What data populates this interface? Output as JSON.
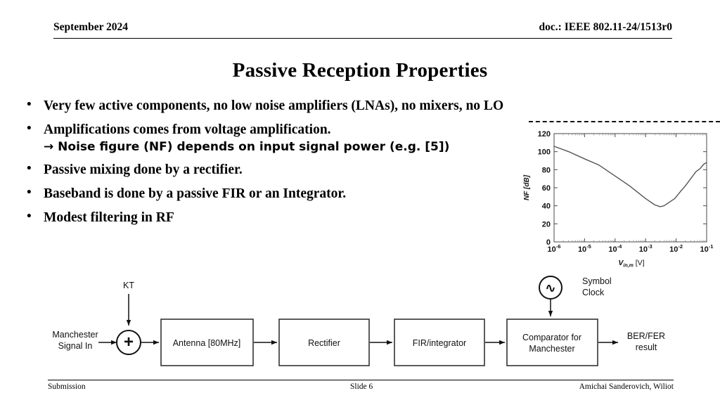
{
  "header": {
    "date": "September 2024",
    "doc": "doc.: IEEE 802.11-24/1513r0"
  },
  "title": "Passive Reception Properties",
  "bullets": [
    {
      "text": "Very few active components, no low noise amplifiers (LNAs), no mixers, no LO",
      "sub": ""
    },
    {
      "text": "Amplifications comes from voltage amplification.",
      "sub": "→ Noise figure (NF) depends on input signal power (e.g. [5])"
    },
    {
      "text": "Passive mixing done by a rectifier.",
      "sub": ""
    },
    {
      "text": "Baseband is done by a passive FIR or an Integrator.",
      "sub": ""
    },
    {
      "text": "Modest filtering in RF",
      "sub": ""
    }
  ],
  "bullet_marker": "•",
  "chart_data": {
    "type": "line",
    "title": "",
    "xlabel": "V_in,m [V]",
    "xlabel_base": "V",
    "xlabel_sub": "in,m",
    "xlabel_unit": "[V]",
    "ylabel": "NF [dB]",
    "xscale": "log",
    "xlim": [
      1e-06,
      0.1
    ],
    "ylim": [
      0,
      120
    ],
    "yticks": [
      0,
      20,
      40,
      60,
      80,
      100,
      120
    ],
    "ytick_labels": [
      "0",
      "20",
      "40",
      "60",
      "80",
      "100",
      "120"
    ],
    "xticks": [
      1e-06,
      1e-05,
      0.0001,
      0.001,
      0.01,
      0.1
    ],
    "xtick_labels": [
      "10-6",
      "10-5",
      "10-4",
      "10-3",
      "10-2",
      "10-1"
    ],
    "xtick_mantissa": "10",
    "xtick_exponents": [
      "-6",
      "-5",
      "-4",
      "-3",
      "-2",
      "-1"
    ],
    "grid": false,
    "legend": null,
    "series": [
      {
        "name": "NF",
        "color": "#555555",
        "x": [
          1e-06,
          3e-06,
          1e-05,
          3e-05,
          0.0001,
          0.0003,
          0.001,
          0.002,
          0.003,
          0.004,
          0.006,
          0.009,
          0.014,
          0.02,
          0.03,
          0.045,
          0.06,
          0.08,
          0.1
        ],
        "y": [
          106,
          100,
          92,
          85,
          73,
          62,
          48,
          41,
          39,
          40,
          44,
          48,
          56,
          62,
          70,
          78,
          81,
          86,
          88
        ]
      }
    ]
  },
  "diagram": {
    "input_label_line1": "Manchester",
    "input_label_line2": "Signal In",
    "noise_label": "KT",
    "summer_symbol": "+",
    "clock_symbol": "∿",
    "clock_label_line1": "Symbol",
    "clock_label_line2": "Clock",
    "output_label_line1": "BER/FER",
    "output_label_line2": "result",
    "blocks": [
      {
        "id": "antenna",
        "label_line1": "Antenna [80MHz]",
        "label_line2": ""
      },
      {
        "id": "rectifier",
        "label_line1": "Rectifier",
        "label_line2": ""
      },
      {
        "id": "fir",
        "label_line1": "FIR/integrator",
        "label_line2": ""
      },
      {
        "id": "comparator",
        "label_line1": "Comparator for",
        "label_line2": "Manchester"
      }
    ]
  },
  "footer": {
    "left": "Submission",
    "center": "Slide 6",
    "right": "Amichai Sanderovich, Wiliot"
  }
}
